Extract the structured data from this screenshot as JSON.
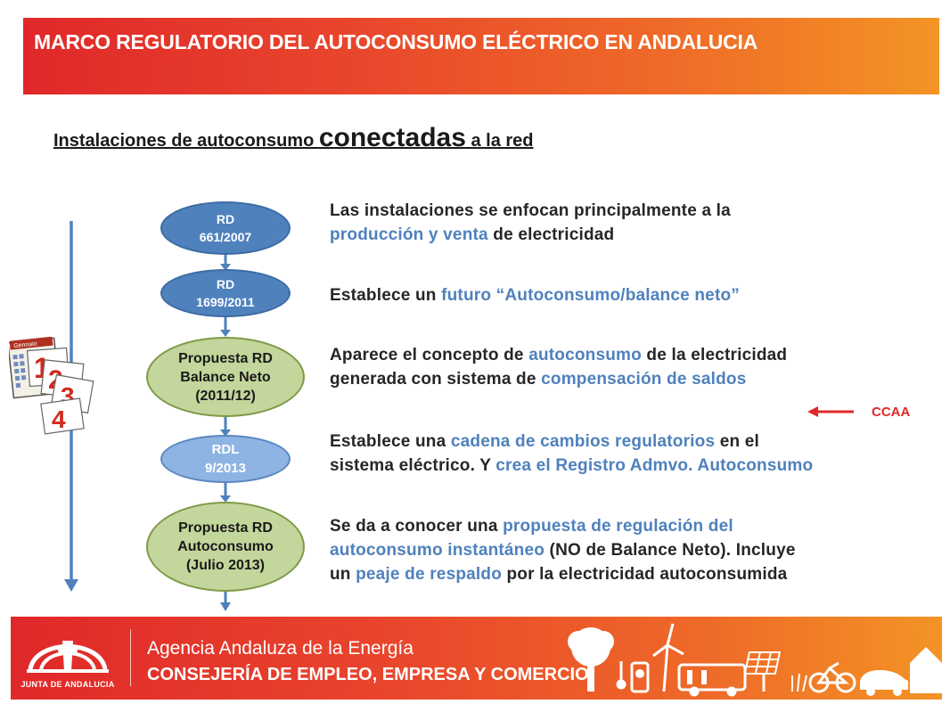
{
  "header": {
    "title": "MARCO REGULATORIO DEL AUTOCONSUMO ELÉCTRICO EN ANDALUCIA"
  },
  "subtitle": {
    "part1": "Instalaciones de autoconsumo ",
    "part2": "conectadas",
    "part3": " a la red"
  },
  "nodes": [
    {
      "line1": "RD",
      "line2": "661/2007"
    },
    {
      "line1": "RD",
      "line2": "1699/2011"
    },
    {
      "line1": "Propuesta RD",
      "line2": "Balance Neto",
      "line3": "(2011/12)"
    },
    {
      "line1": "RDL",
      "line2": "9/2013"
    },
    {
      "line1": "Propuesta RD",
      "line2": "Autoconsumo",
      "line3": "(Julio 2013)"
    }
  ],
  "descriptions": [
    {
      "a": "Las instalaciones se enfocan principalmente a la",
      "b": "producción y venta",
      "c": " de electricidad"
    },
    {
      "a": "Establece un ",
      "b": "futuro “Autoconsumo/balance neto”"
    },
    {
      "a": "Aparece el concepto de ",
      "b": "autoconsumo",
      "c": " de la electricidad",
      "d": "generada con sistema de ",
      "e": "compensación de saldos"
    },
    {
      "a": "Establece una ",
      "b": "cadena de cambios regulatorios",
      "c": " en el",
      "d": "sistema eléctrico. Y ",
      "e": "crea el Registro Admvo. Autoconsumo"
    },
    {
      "a": "Se da a conocer una ",
      "b": "propuesta de regulación del",
      "c": "autoconsumo instantáneo",
      "d": " (NO de Balance Neto). Incluye",
      "e": "un ",
      "f": "peaje de respaldo",
      "g": " por la electricidad autoconsumida"
    }
  ],
  "ccaa": "CCAA",
  "calendar": {
    "header": "Gennaio",
    "pages": [
      "1",
      "2",
      "3",
      "4"
    ]
  },
  "footer": {
    "logo_text": "JUNTA DE ANDALUCIA",
    "agency": "Agencia Andaluza de la Energía",
    "consejeria": "CONSEJERÍA DE EMPLEO, EMPRESA Y COMERCIO"
  },
  "colors": {
    "header_red": "#e0282a",
    "header_orange": "#f39425",
    "highlight_blue": "#4f81bd",
    "node_green": "#c3d69b",
    "node_blue": "#4f81bd",
    "node_lightblue": "#8eb4e3"
  },
  "icons": [
    "tree-icon",
    "thermometer-icon",
    "fuel-pump-icon",
    "wind-turbine-icon",
    "bus-icon",
    "solar-panel-icon",
    "wheat-icon",
    "bicycle-icon",
    "car-icon",
    "house-icon"
  ]
}
